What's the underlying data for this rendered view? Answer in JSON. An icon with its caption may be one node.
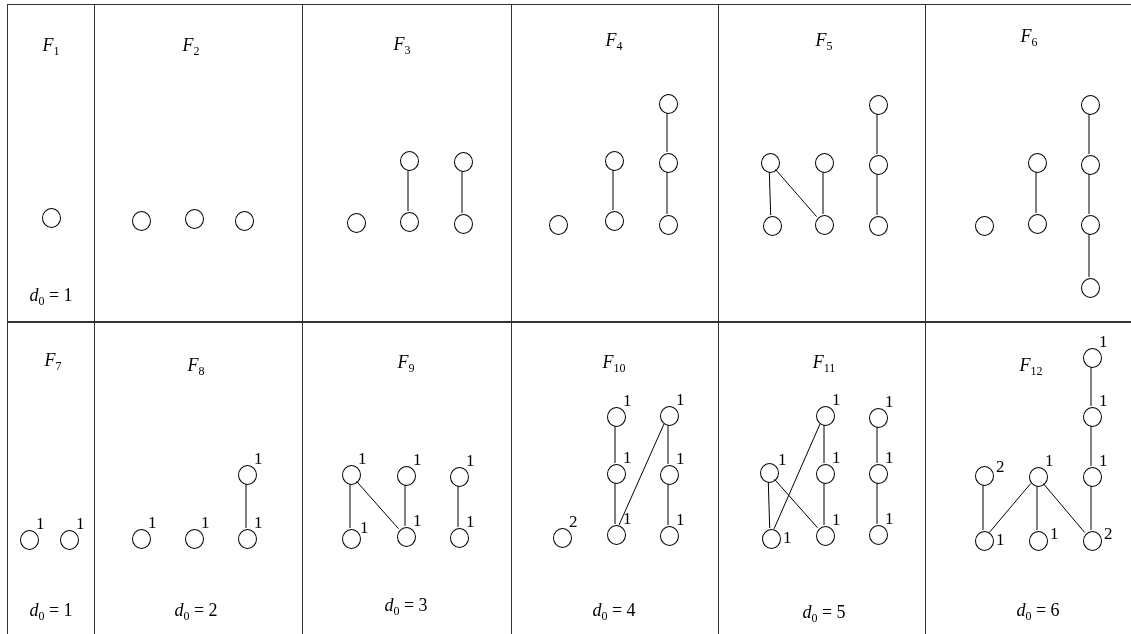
{
  "diagram": {
    "nodes": [
      {
        "text": [
          "*F*$_{1}$",
          "*d*$_{0}$ = 1"
        ]
      },
      {
        "text": [],
        "shape": "circle",
        "in": 0
      },
      {
        "text": [
          "*F*$_{2}$"
        ]
      },
      {
        "text": [],
        "shape": "circle",
        "in": 2
      },
      {
        "text": [],
        "shape": "circle",
        "in": 2
      },
      {
        "text": [],
        "shape": "circle",
        "in": 2
      },
      {
        "text": [
          "*F*$_{3}$"
        ]
      },
      {
        "text": [],
        "shape": "circle",
        "in": 6
      },
      {
        "text": [],
        "shape": "circle",
        "in": 6
      },
      {
        "text": [],
        "shape": "circle",
        "in": 6
      },
      {
        "text": [],
        "shape": "circle",
        "in": 6
      },
      {
        "text": [],
        "shape": "circle",
        "in": 6
      },
      {
        "text": [
          "*F*$_{4}$"
        ]
      },
      {
        "text": [],
        "shape": "circle",
        "in": 12
      },
      {
        "text": [],
        "shape": "circle",
        "in": 12
      },
      {
        "text": [],
        "shape": "circle",
        "in": 12
      },
      {
        "text": [],
        "shape": "circle",
        "in": 12
      },
      {
        "text": [],
        "shape": "circle",
        "in": 12
      },
      {
        "text": [],
        "shape": "circle",
        "in": 12
      },
      {
        "text": [
          "*F*$_{5}$"
        ]
      },
      {
        "text": [],
        "shape": "circle",
        "in": 19
      },
      {
        "text": [],
        "shape": "circle",
        "in": 19
      },
      {
        "text": [],
        "shape": "circle",
        "in": 19
      },
      {
        "text": [],
        "shape": "circle",
        "in": 19
      },
      {
        "text": [],
        "shape": "circle",
        "in": 19
      },
      {
        "text": [],
        "shape": "circle",
        "in": 19
      },
      {
        "text": [],
        "shape": "circle",
        "in": 19
      },
      {
        "text": [
          "*F*$_{6}$"
        ]
      },
      {
        "text": [],
        "shape": "circle",
        "in": 27
      },
      {
        "text": [],
        "shape": "circle",
        "in": 27
      },
      {
        "text": [],
        "shape": "circle",
        "in": 27
      },
      {
        "text": [],
        "shape": "circle",
        "in": 27
      },
      {
        "text": [],
        "shape": "circle",
        "in": 27
      },
      {
        "text": [],
        "shape": "circle",
        "in": 27
      },
      {
        "text": [],
        "shape": "circle",
        "in": 27
      },
      {
        "text": [
          "*F*$_{7}$",
          "*d*$_{0}$ = 1"
        ]
      },
      {
        "text": [],
        "shape": "circle",
        "in": 35,
        "beside": [
          "1"
        ]
      },
      {
        "text": [],
        "shape": "circle",
        "in": 35,
        "beside": [
          "1"
        ]
      },
      {
        "text": [
          "*F*$_{8}$",
          "*d*$_{0}$ = 2"
        ]
      },
      {
        "text": [],
        "shape": "circle",
        "in": 38,
        "beside": [
          "1"
        ]
      },
      {
        "text": [],
        "shape": "circle",
        "in": 38,
        "beside": [
          "1"
        ]
      },
      {
        "text": [],
        "shape": "circle",
        "in": 38,
        "beside": [
          "1"
        ]
      },
      {
        "text": [],
        "shape": "circle",
        "in": 38,
        "beside": [
          "1"
        ]
      },
      {
        "text": [
          "*F*$_{9}$",
          "*d*$_{0}$ = 3"
        ]
      },
      {
        "text": [],
        "shape": "circle",
        "in": 43,
        "beside": [
          "1"
        ]
      },
      {
        "text": [],
        "shape": "circle",
        "in": 43,
        "beside": [
          "1"
        ]
      },
      {
        "text": [],
        "shape": "circle",
        "in": 43,
        "beside": [
          "1"
        ]
      },
      {
        "text": [],
        "shape": "circle",
        "in": 43,
        "beside": [
          "1"
        ]
      },
      {
        "text": [],
        "shape": "circle",
        "in": 43,
        "beside": [
          "1"
        ]
      },
      {
        "text": [],
        "shape": "circle",
        "in": 43,
        "beside": [
          "1"
        ]
      },
      {
        "text": [
          "*F*$_{10}$",
          "*d*$_{0}$ = 4"
        ]
      },
      {
        "text": [],
        "shape": "circle",
        "in": 50,
        "beside": [
          "2"
        ]
      },
      {
        "text": [],
        "shape": "circle",
        "in": 50,
        "beside": [
          "1"
        ]
      },
      {
        "text": [],
        "shape": "circle",
        "in": 50,
        "beside": [
          "1"
        ]
      },
      {
        "text": [],
        "shape": "circle",
        "in": 50,
        "beside": [
          "1"
        ]
      },
      {
        "text": [],
        "shape": "circle",
        "in": 50,
        "beside": [
          "1"
        ]
      },
      {
        "text": [],
        "shape": "circle",
        "in": 50,
        "beside": [
          "1"
        ]
      },
      {
        "text": [],
        "shape": "circle",
        "in": 50,
        "beside": [
          "1"
        ]
      },
      {
        "text": [
          "*F*$_{11}$",
          "*d*$_{0}$ = 5"
        ]
      },
      {
        "text": [],
        "shape": "circle",
        "in": 58,
        "beside": [
          "1"
        ]
      },
      {
        "text": [],
        "shape": "circle",
        "in": 58,
        "beside": [
          "1"
        ]
      },
      {
        "text": [],
        "shape": "circle",
        "in": 58,
        "beside": [
          "1"
        ]
      },
      {
        "text": [],
        "shape": "circle",
        "in": 58,
        "beside": [
          "1"
        ]
      },
      {
        "text": [],
        "shape": "circle",
        "in": 58,
        "beside": [
          "1"
        ]
      },
      {
        "text": [],
        "shape": "circle",
        "in": 58,
        "beside": [
          "1"
        ]
      },
      {
        "text": [],
        "shape": "circle",
        "in": 58,
        "beside": [
          "1"
        ]
      },
      {
        "text": [],
        "shape": "circle",
        "in": 58,
        "beside": [
          "1"
        ]
      },
      {
        "text": [
          "*F*$_{12}$",
          "*d*$_{0}$ = 6"
        ]
      },
      {
        "text": [],
        "shape": "circle",
        "in": 67,
        "beside": [
          "2"
        ]
      },
      {
        "text": [],
        "shape": "circle",
        "in": 67,
        "beside": [
          "1"
        ]
      },
      {
        "text": [],
        "shape": "circle",
        "in": 67,
        "beside": [
          "1"
        ]
      },
      {
        "text": [],
        "shape": "circle",
        "in": 67,
        "beside": [
          "1"
        ]
      },
      {
        "text": [],
        "shape": "circle",
        "in": 67,
        "beside": [
          "1"
        ]
      },
      {
        "text": [],
        "shape": "circle",
        "in": 67,
        "beside": [
          "1"
        ]
      },
      {
        "text": [],
        "shape": "circle",
        "in": 67,
        "beside": [
          "1"
        ]
      },
      {
        "text": [],
        "shape": "circle",
        "in": 67,
        "beside": [
          "2"
        ]
      }
    ],
    "edges": [
      {
        "from": 8,
        "to": 9,
        "arrow": "none"
      },
      {
        "from": 10,
        "to": 11,
        "arrow": "none"
      },
      {
        "from": 14,
        "to": 15,
        "arrow": "none"
      },
      {
        "from": 16,
        "to": 17,
        "arrow": "none"
      },
      {
        "from": 17,
        "to": 18,
        "arrow": "none"
      },
      {
        "from": 20,
        "to": 21,
        "arrow": "none"
      },
      {
        "from": 20,
        "to": 23,
        "arrow": "none"
      },
      {
        "from": 22,
        "to": 23,
        "arrow": "none"
      },
      {
        "from": 24,
        "to": 25,
        "arrow": "none"
      },
      {
        "from": 25,
        "to": 26,
        "arrow": "none"
      },
      {
        "from": 29,
        "to": 30,
        "arrow": "none"
      },
      {
        "from": 31,
        "to": 32,
        "arrow": "none"
      },
      {
        "from": 32,
        "to": 33,
        "arrow": "none"
      },
      {
        "from": 33,
        "to": 34,
        "arrow": "none"
      },
      {
        "from": 41,
        "to": 42,
        "arrow": "none"
      },
      {
        "from": 44,
        "to": 45,
        "arrow": "none"
      },
      {
        "from": 44,
        "to": 47,
        "arrow": "none"
      },
      {
        "from": 46,
        "to": 47,
        "arrow": "none"
      },
      {
        "from": 48,
        "to": 49,
        "arrow": "none"
      },
      {
        "from": 52,
        "to": 53,
        "arrow": "none"
      },
      {
        "from": 53,
        "to": 54,
        "arrow": "none"
      },
      {
        "from": 55,
        "to": 54,
        "arrow": "none"
      },
      {
        "from": 55,
        "to": 56,
        "arrow": "none"
      },
      {
        "from": 56,
        "to": 57,
        "arrow": "none"
      },
      {
        "from": 59,
        "to": 60,
        "arrow": "none"
      },
      {
        "from": 59,
        "to": 63,
        "arrow": "none"
      },
      {
        "from": 60,
        "to": 61,
        "arrow": "none"
      },
      {
        "from": 61,
        "to": 62,
        "arrow": "none"
      },
      {
        "from": 62,
        "to": 63,
        "arrow": "none"
      },
      {
        "from": 64,
        "to": 65,
        "arrow": "none"
      },
      {
        "from": 65,
        "to": 66,
        "arrow": "none"
      },
      {
        "from": 68,
        "to": 69,
        "arrow": "none"
      },
      {
        "from": 70,
        "to": 69,
        "arrow": "none"
      },
      {
        "from": 70,
        "to": 71,
        "arrow": "none"
      },
      {
        "from": 70,
        "to": 75,
        "arrow": "none"
      },
      {
        "from": 72,
        "to": 73,
        "arrow": "none"
      },
      {
        "from": 73,
        "to": 74,
        "arrow": "none"
      },
      {
        "from": 74,
        "to": 75,
        "arrow": "none"
      }
    ]
  }
}
